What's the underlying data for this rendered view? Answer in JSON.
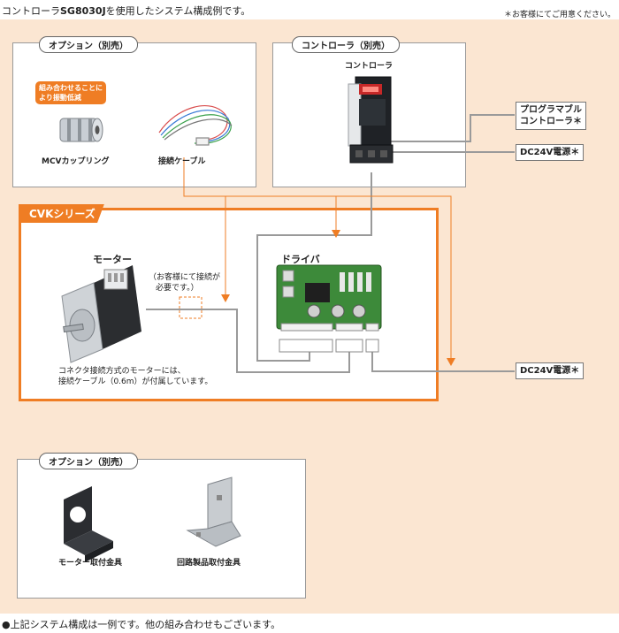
{
  "header": {
    "title_pre": "コントローラ",
    "title_model": "SG8030J",
    "title_post": "を使用したシステム構成例です。",
    "note": "＊お客様にてご用意ください。"
  },
  "options_top": {
    "pill": "オプション（別売）",
    "badge_line1": "組み合わせることに",
    "badge_line2": "より振動低減",
    "coupling_label": "MCVカップリング",
    "cable_label": "接続ケーブル"
  },
  "controller_panel": {
    "pill": "コントローラ（別売）",
    "device_label": "コントローラ"
  },
  "external": {
    "plc_line1": "プログラマブル",
    "plc_line2": "コントローラ＊",
    "psu_top": "DC24V電源＊",
    "psu_bottom": "DC24V電源＊"
  },
  "cvk": {
    "tag": "CVKシリーズ",
    "motor_label": "モーター",
    "driver_label": "ドライバ",
    "connect_note_line1": "（お客様にて接続が",
    "connect_note_line2": "必要です。）",
    "motor_note_line1": "コネクタ接続方式のモーターには、",
    "motor_note_line2": "接続ケーブル（0.6m）が付属しています。"
  },
  "options_bottom": {
    "pill": "オプション（別売）",
    "bracket_motor_label": "モーター取付金具",
    "bracket_circuit_label": "回路製品取付金具"
  },
  "footer": {
    "text": "●上記システム構成は一例です。他の組み合わせもございます。"
  },
  "colors": {
    "accent": "#ef7d24",
    "background": "#fbe6d2",
    "wire": "#9a9a9a"
  }
}
